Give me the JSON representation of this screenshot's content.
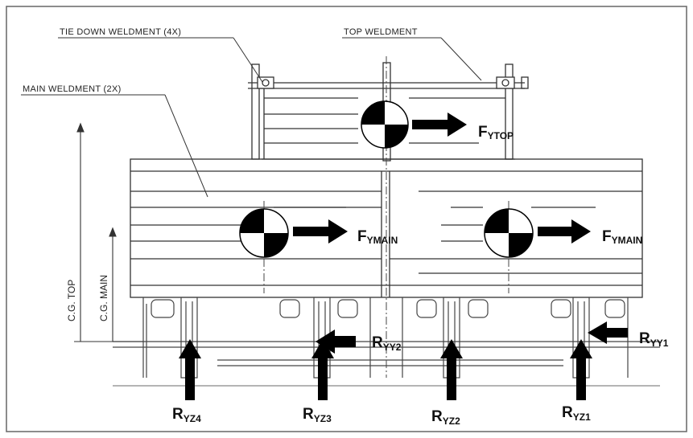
{
  "labels": {
    "tie_down": "TIE DOWN WELDMENT (4X)",
    "top_weldment": "TOP WELDMENT",
    "main_weldment": "MAIN WELDMENT (2X)",
    "cg_top": "C.G. TOP",
    "cg_main": "C.G. MAIN"
  },
  "forces": {
    "fy_top": {
      "base": "F",
      "sub": "YTOP"
    },
    "fy_main_left": {
      "base": "F",
      "sub": "YMAIN"
    },
    "fy_main_right": {
      "base": "F",
      "sub": "YMAIN"
    },
    "ryy2": {
      "base": "R",
      "sub": "YY2"
    },
    "ryy1": {
      "base": "R",
      "sub": "YY1"
    },
    "ryz4": {
      "base": "R",
      "sub": "YZ4"
    },
    "ryz3": {
      "base": "R",
      "sub": "YZ3"
    },
    "ryz2": {
      "base": "R",
      "sub": "YZ2"
    },
    "ryz1": {
      "base": "R",
      "sub": "YZ1"
    }
  },
  "colors": {
    "line": "#333333",
    "ink": "#000000",
    "frame": "#555555"
  }
}
